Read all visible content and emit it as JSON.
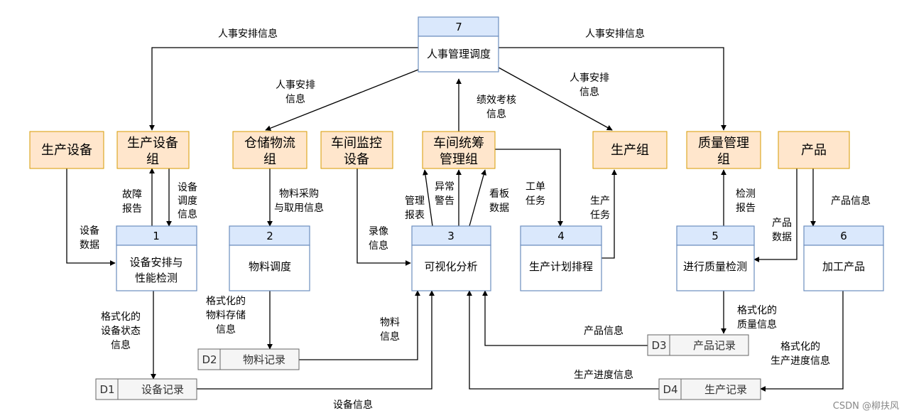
{
  "entities": {
    "prod_equipment": "生产设备",
    "equip_group": [
      "生产设备",
      "组"
    ],
    "warehouse_group": [
      "仓储物流",
      "组"
    ],
    "monitor_device": [
      "车间监控",
      "设备"
    ],
    "coord_group": [
      "车间统筹",
      "管理组"
    ],
    "prod_group": "生产组",
    "quality_group": [
      "质量管理",
      "组"
    ],
    "product": "产品"
  },
  "processes": [
    {
      "num": "1",
      "name": [
        "设备安排与",
        "性能检测"
      ]
    },
    {
      "num": "2",
      "name": [
        "物料调度"
      ]
    },
    {
      "num": "3",
      "name": [
        "可视化分析"
      ]
    },
    {
      "num": "4",
      "name": [
        "生产计划排程"
      ]
    },
    {
      "num": "5",
      "name": [
        "进行质量检测"
      ]
    },
    {
      "num": "6",
      "name": [
        "加工产品"
      ]
    },
    {
      "num": "7",
      "name": [
        "人事管理调度"
      ]
    }
  ],
  "stores": [
    {
      "id": "D1",
      "name": "设备记录"
    },
    {
      "id": "D2",
      "name": "物料记录"
    },
    {
      "id": "D3",
      "name": "产品记录"
    },
    {
      "id": "D4",
      "name": "生产记录"
    }
  ],
  "flows": {
    "hr_left": "人事安排信息",
    "hr_right": "人事安排信息",
    "hr_warehouse": [
      "人事安排",
      "信息"
    ],
    "hr_prod": [
      "人事安排",
      "信息"
    ],
    "perf_info": [
      "绩效考核",
      "信息"
    ],
    "fault_report": [
      "故障",
      "报告"
    ],
    "equip_schedule": [
      "设备",
      "调度",
      "信息"
    ],
    "equip_data": [
      "设备",
      "数据"
    ],
    "material_purchase": [
      "物料采购",
      "与取用信息"
    ],
    "video_info": [
      "录像",
      "信息"
    ],
    "mgmt_report": [
      "管理",
      "报表"
    ],
    "alert": [
      "异常",
      "警告"
    ],
    "dashboard_data": [
      "看板",
      "数据"
    ],
    "work_order": [
      "工单",
      "任务"
    ],
    "prod_task": [
      "生产",
      "任务"
    ],
    "inspection_report": [
      "检测",
      "报告"
    ],
    "product_data": [
      "产品",
      "数据"
    ],
    "product_info_top": "产品信息",
    "fmt_equip_status": [
      "格式化的",
      "设备状态",
      "信息"
    ],
    "fmt_material_storage": [
      "格式化的",
      "物料存储",
      "信息"
    ],
    "material_info": [
      "物料",
      "信息"
    ],
    "product_info_d3": "产品信息",
    "fmt_quality": [
      "格式化的",
      "质量信息"
    ],
    "fmt_progress": [
      "格式化的",
      "生产进度信息"
    ],
    "progress_info": "生产进度信息",
    "equip_info": "设备信息"
  },
  "watermark": "CSDN @柳扶风"
}
